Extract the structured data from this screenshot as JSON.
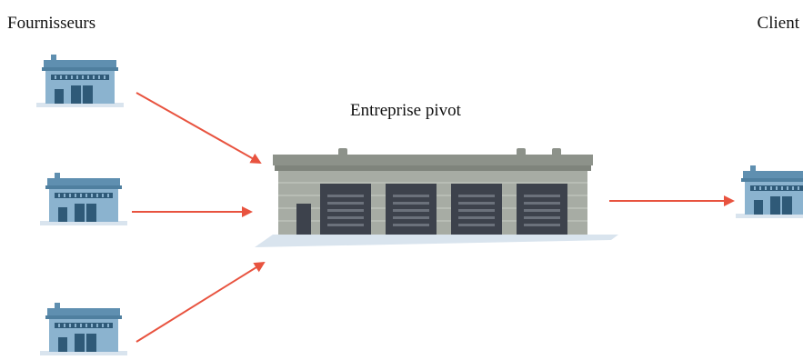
{
  "labels": {
    "suppliers": "Fournisseurs",
    "client": "Client",
    "pivot": "Entreprise pivot"
  },
  "colors": {
    "arrow": "#e8533f",
    "small_building_wall": "#8bb3cf",
    "small_building_roof": "#5f8fb0",
    "small_building_window": "#2f5a78",
    "warehouse_wall": "#a7aca4",
    "warehouse_roof": "#8d928a",
    "warehouse_door": "#3d424c",
    "ground_shadow": "#d9e4ee"
  },
  "icons": {
    "supplier": "factory-icon",
    "pivot": "warehouse-icon",
    "client": "factory-icon"
  }
}
